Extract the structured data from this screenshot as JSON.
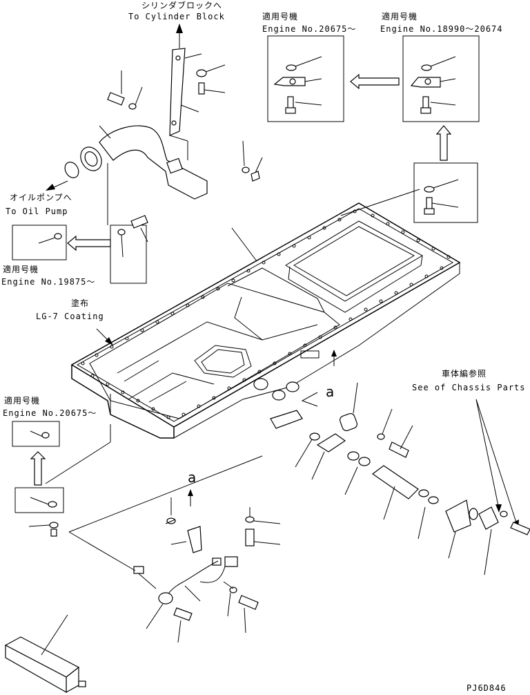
{
  "labels": {
    "cylinder_block_jp": "シリンダブロックへ",
    "cylinder_block_en": "To Cylinder Block",
    "applicable_1_jp": "適用号機",
    "applicable_1_en": "Engine No.20675～",
    "applicable_2_jp": "適用号機",
    "applicable_2_en": "Engine No.18990～20674",
    "oil_pump_jp": "オイルポンプへ",
    "oil_pump_en": "To Oil Pump",
    "applicable_3_jp": "適用号機",
    "applicable_3_en": "Engine No.19875～",
    "coating_jp": "塗布",
    "coating_en": "LG-7 Coating",
    "applicable_4_jp": "適用号機",
    "applicable_4_en": "Engine No.20675～",
    "chassis_jp": "車体編参照",
    "chassis_en": "See of Chassis Parts",
    "ref_a_1": "a",
    "ref_a_2": "a",
    "drawing_code": "PJ6D846"
  }
}
